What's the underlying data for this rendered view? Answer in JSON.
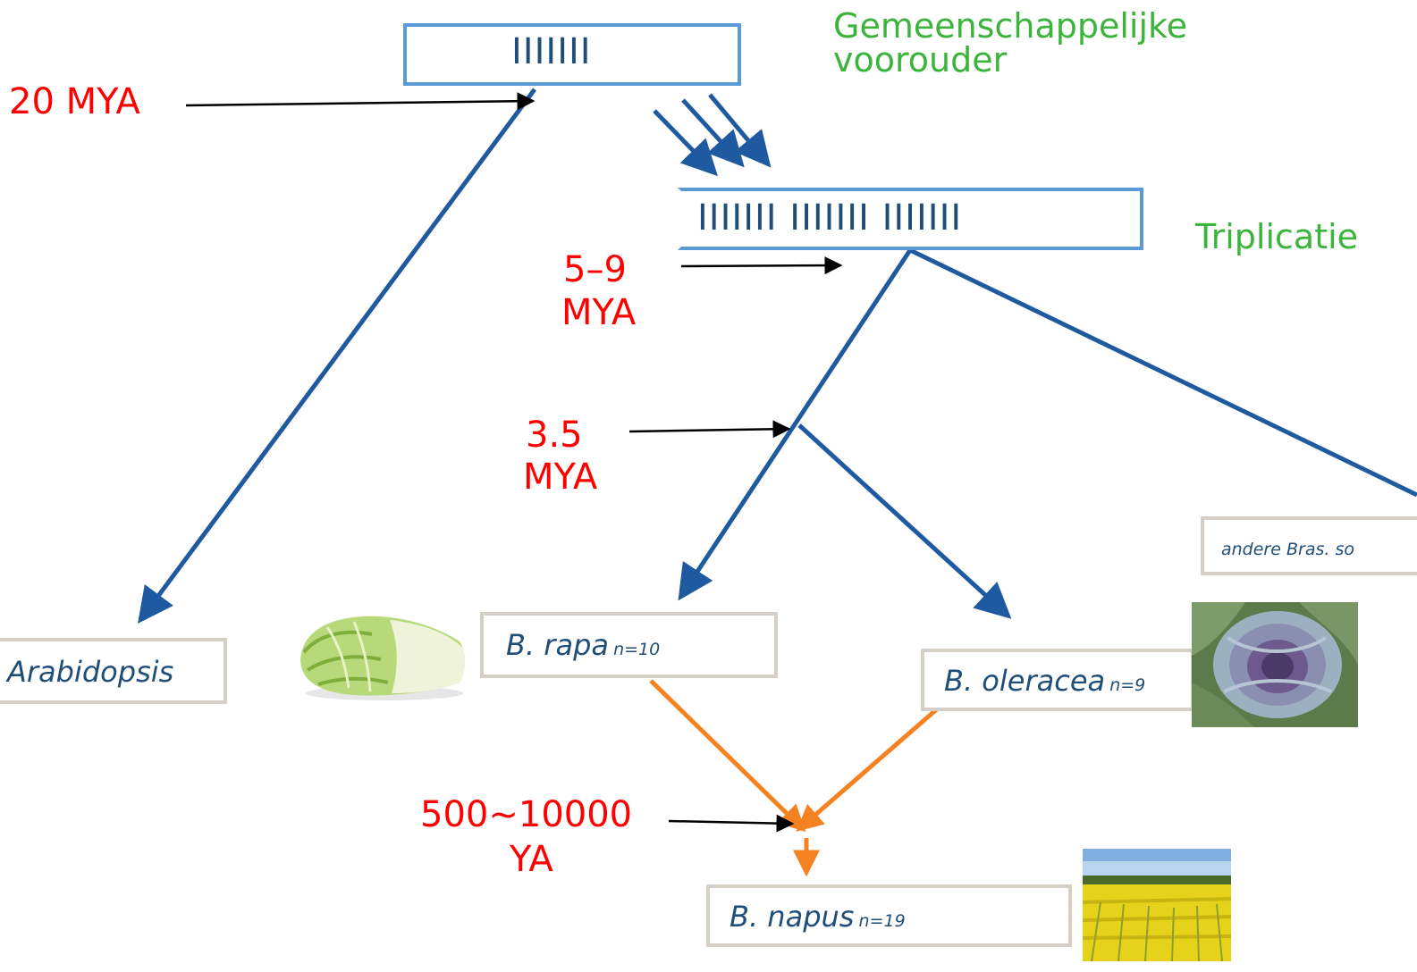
{
  "labels": {
    "ancestor": "Gemeenschappelijke\nvoorouder",
    "triplication": "Triplicatie"
  },
  "genome_bars": {
    "ancestor": "IIIIIII",
    "triplicated": "IIIIIII IIIIIII IIIIIII"
  },
  "times": {
    "t20": "20 MYA",
    "t59_a": "5–9",
    "t59_b": "MYA",
    "t35_a": "3.5",
    "t35_b": "MYA",
    "tya_a": "500~10000",
    "tya_b": "YA"
  },
  "species": {
    "arabidopsis": "Arabidopsis",
    "rapa_name": "B. rapa",
    "rapa_n": "n=10",
    "oleracea_name": "B. oleracea",
    "oleracea_n": "n=9",
    "napus_name": "B. napus",
    "napus_n": "n=19",
    "other": "andere Bras. so"
  },
  "colors": {
    "time_label": "#ff0000",
    "event_label": "#3cb43c",
    "lineage_arrow": "#1f5aa0",
    "hybrid_arrow": "#f58220",
    "pointer_arrow": "#000000",
    "genome_box": "#5a9bd5",
    "species_box": "#d4d0c8"
  },
  "images": {
    "rapa": "chinese-cabbage-photo",
    "oleracea": "red-cabbage-photo",
    "napus": "rapeseed-field-photo"
  }
}
